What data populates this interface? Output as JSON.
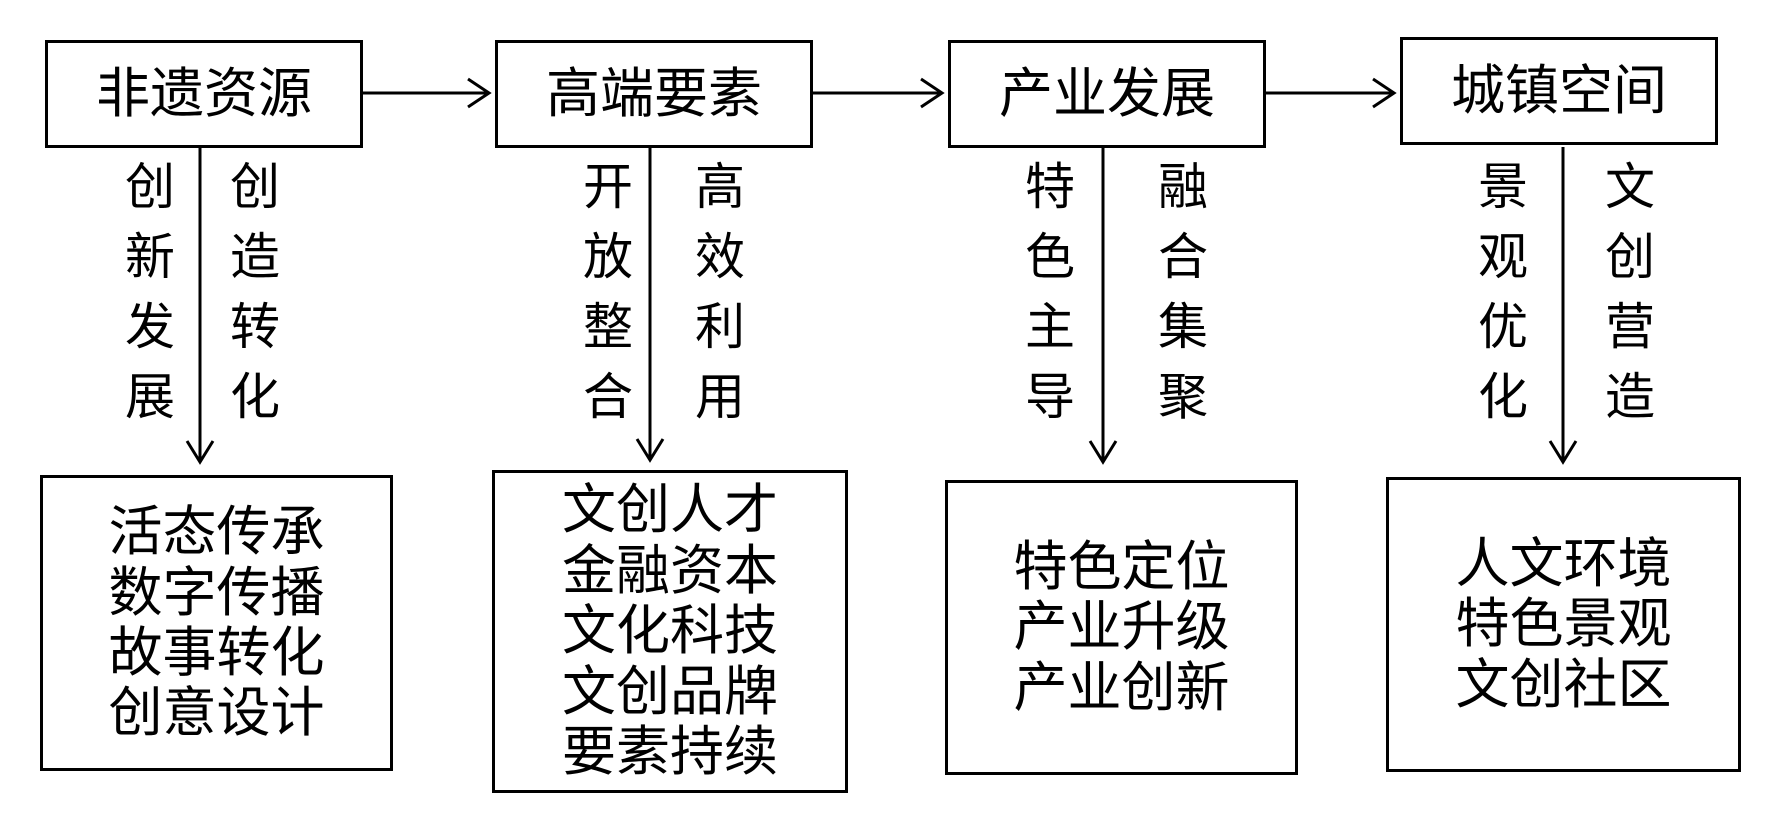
{
  "columns": [
    {
      "title": "非遗资源",
      "left_label": "创新发展",
      "right_label": "创造转化",
      "items": [
        "活态传承",
        "数字传播",
        "故事转化",
        "创意设计"
      ]
    },
    {
      "title": "高端要素",
      "left_label": "开放整合",
      "right_label": "高效利用",
      "items": [
        "文创人才",
        "金融资本",
        "文化科技",
        "文创品牌",
        "要素持续"
      ]
    },
    {
      "title": "产业发展",
      "left_label": "特色主导",
      "right_label": "融合集聚",
      "items": [
        "特色定位",
        "产业升级",
        "产业创新"
      ]
    },
    {
      "title": "城镇空间",
      "left_label": "景观优化",
      "right_label": "文创营造",
      "items": [
        "人文环境",
        "特色景观",
        "文创社区"
      ]
    }
  ]
}
